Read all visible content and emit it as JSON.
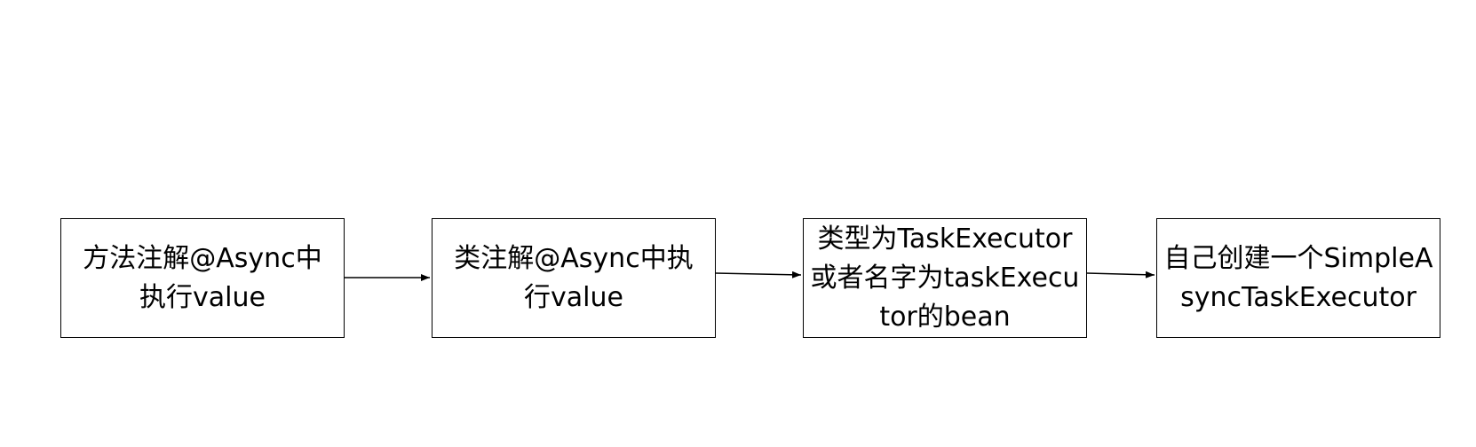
{
  "diagram": {
    "nodes": [
      {
        "id": "node-1",
        "label": "方法注解@Async中执行value"
      },
      {
        "id": "node-2",
        "label": "类注解@Async中执行value"
      },
      {
        "id": "node-3",
        "label": "类型为TaskExecutor或者名字为taskExecutor的bean"
      },
      {
        "id": "node-4",
        "label": "自己创建一个SimpleAsyncTaskExecutor"
      }
    ],
    "edges": [
      {
        "from": "node-1",
        "to": "node-2"
      },
      {
        "from": "node-2",
        "to": "node-3"
      },
      {
        "from": "node-3",
        "to": "node-4"
      }
    ],
    "colors": {
      "stroke": "#000000",
      "fill": "#ffffff",
      "text": "#000000"
    }
  }
}
